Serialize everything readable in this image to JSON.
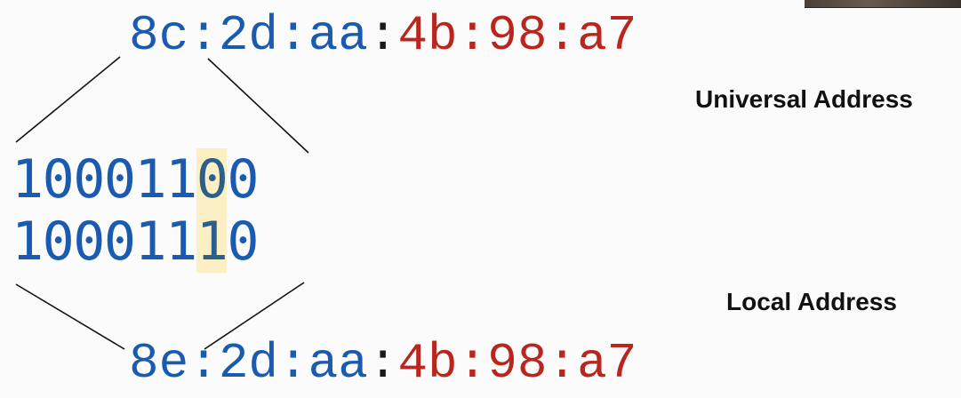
{
  "universal_mac": {
    "high": "8c:2d:aa",
    "sep": ":",
    "low": "4b:98:a7"
  },
  "local_mac": {
    "high": "8e:2d:aa",
    "sep": ":",
    "low": "4b:98:a7"
  },
  "universal_bits": {
    "prefix": "100011",
    "flag": "0",
    "suffix": "0"
  },
  "local_bits": {
    "prefix": "100011",
    "flag": "1",
    "suffix": "0"
  },
  "labels": {
    "universal": "Universal Address",
    "local": "Local Address"
  },
  "colors": {
    "oui_blue": "#1a5bb0",
    "nic_red": "#b8261e",
    "highlight": "#fbefc3"
  }
}
